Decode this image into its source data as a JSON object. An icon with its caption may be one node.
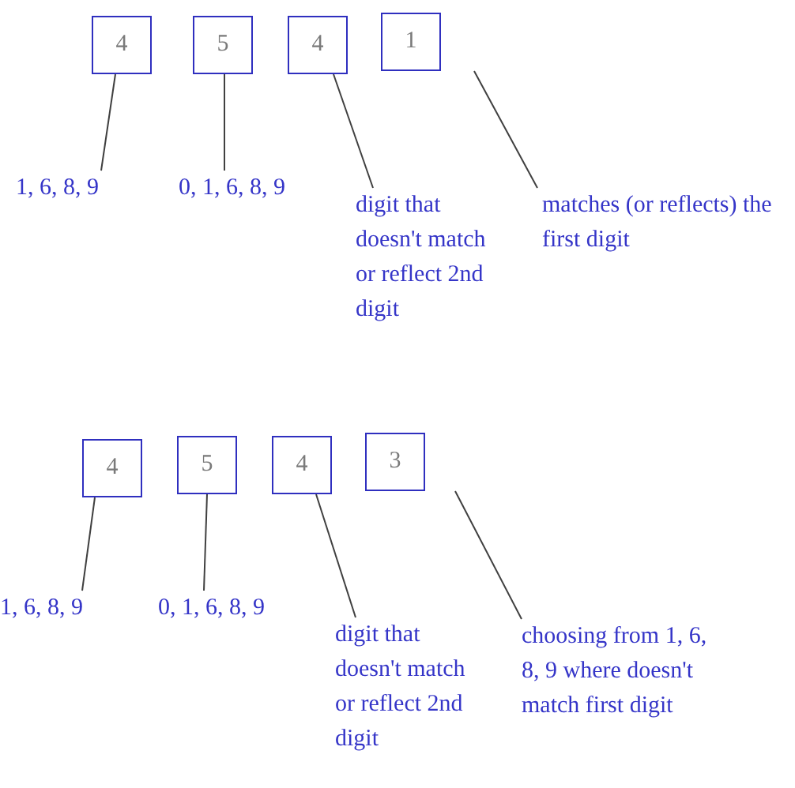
{
  "diagram": {
    "nodes": [
      {
        "text": [
          "4"
        ]
      },
      {
        "text": [
          "5"
        ]
      },
      {
        "text": [
          "4"
        ]
      },
      {
        "text": [
          "1"
        ]
      },
      {
        "text": [
          "1, 6, 8, 9"
        ]
      },
      {
        "text": [
          "0, 1, 6, 8, 9"
        ]
      },
      {
        "text": [
          "digit that doesn't match or reflect 2nd digit"
        ]
      },
      {
        "text": [
          "matches (or reflects) the first digit"
        ]
      },
      {
        "text": [
          "4"
        ]
      },
      {
        "text": [
          "5"
        ]
      },
      {
        "text": [
          "4"
        ]
      },
      {
        "text": [
          "3"
        ]
      },
      {
        "text": [
          "1, 6, 8, 9"
        ]
      },
      {
        "text": [
          "0, 1, 6, 8, 9"
        ]
      },
      {
        "text": [
          "digit that doesn't match or reflect 2nd digit"
        ]
      },
      {
        "text": [
          "choosing from 1, 6, 8, 9 where doesn't match first digit"
        ]
      }
    ],
    "edges": [
      {
        "from": 4,
        "to": 0,
        "arrow": "none"
      },
      {
        "from": 5,
        "to": 1,
        "arrow": "none"
      },
      {
        "from": 6,
        "to": 2,
        "arrow": "none"
      },
      {
        "from": 7,
        "to": 3,
        "arrow": "none"
      },
      {
        "from": 12,
        "to": 8,
        "arrow": "none"
      },
      {
        "from": 13,
        "to": 9,
        "arrow": "none"
      },
      {
        "from": 14,
        "to": 10,
        "arrow": "none"
      },
      {
        "from": 15,
        "to": 11,
        "arrow": "none"
      }
    ]
  }
}
